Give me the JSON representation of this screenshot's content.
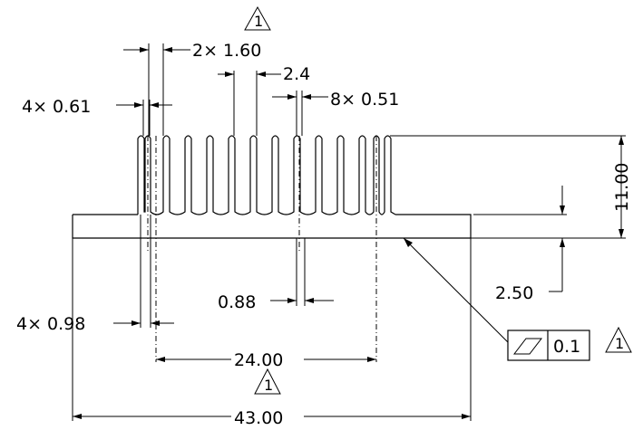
{
  "drawing": {
    "dimensions": {
      "fin_pitch_pair": "2× 1.60",
      "fin_spacing": "2.4",
      "fin_width_8x": "8× 0.51",
      "fin_width_4x": "4× 0.61",
      "height_total": "11.00",
      "base_thickness": "2.50",
      "gap": "0.88",
      "root_4x": "4× 0.98",
      "inner_span": "24.00",
      "overall_width": "43.00"
    },
    "flatness_tolerance": {
      "value": "0.1",
      "symbol": "flatness-parallelogram"
    },
    "revision_marker": "1"
  }
}
